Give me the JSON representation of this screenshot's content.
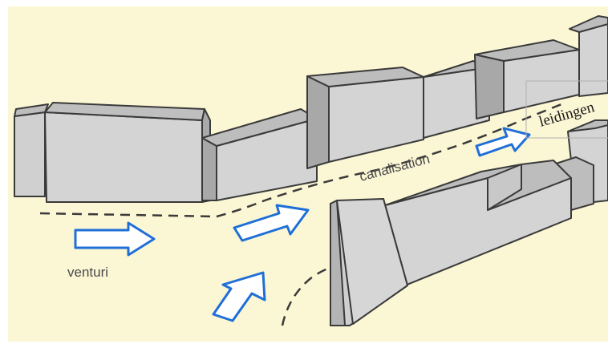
{
  "labels": {
    "venturi": "venturi",
    "canalisation": "canalisation",
    "leidingen": "leidingen"
  },
  "colors": {
    "paper": "#fbf6d4",
    "building_front": "#d3d3d3",
    "building_top": "#bdbdbd",
    "building_side": "#a9a9a9",
    "outline": "#3a3a3a",
    "arrow_stroke": "#1f6fd8",
    "arrow_fill": "#ffffff",
    "annotation_box": "#b0b0b0"
  }
}
